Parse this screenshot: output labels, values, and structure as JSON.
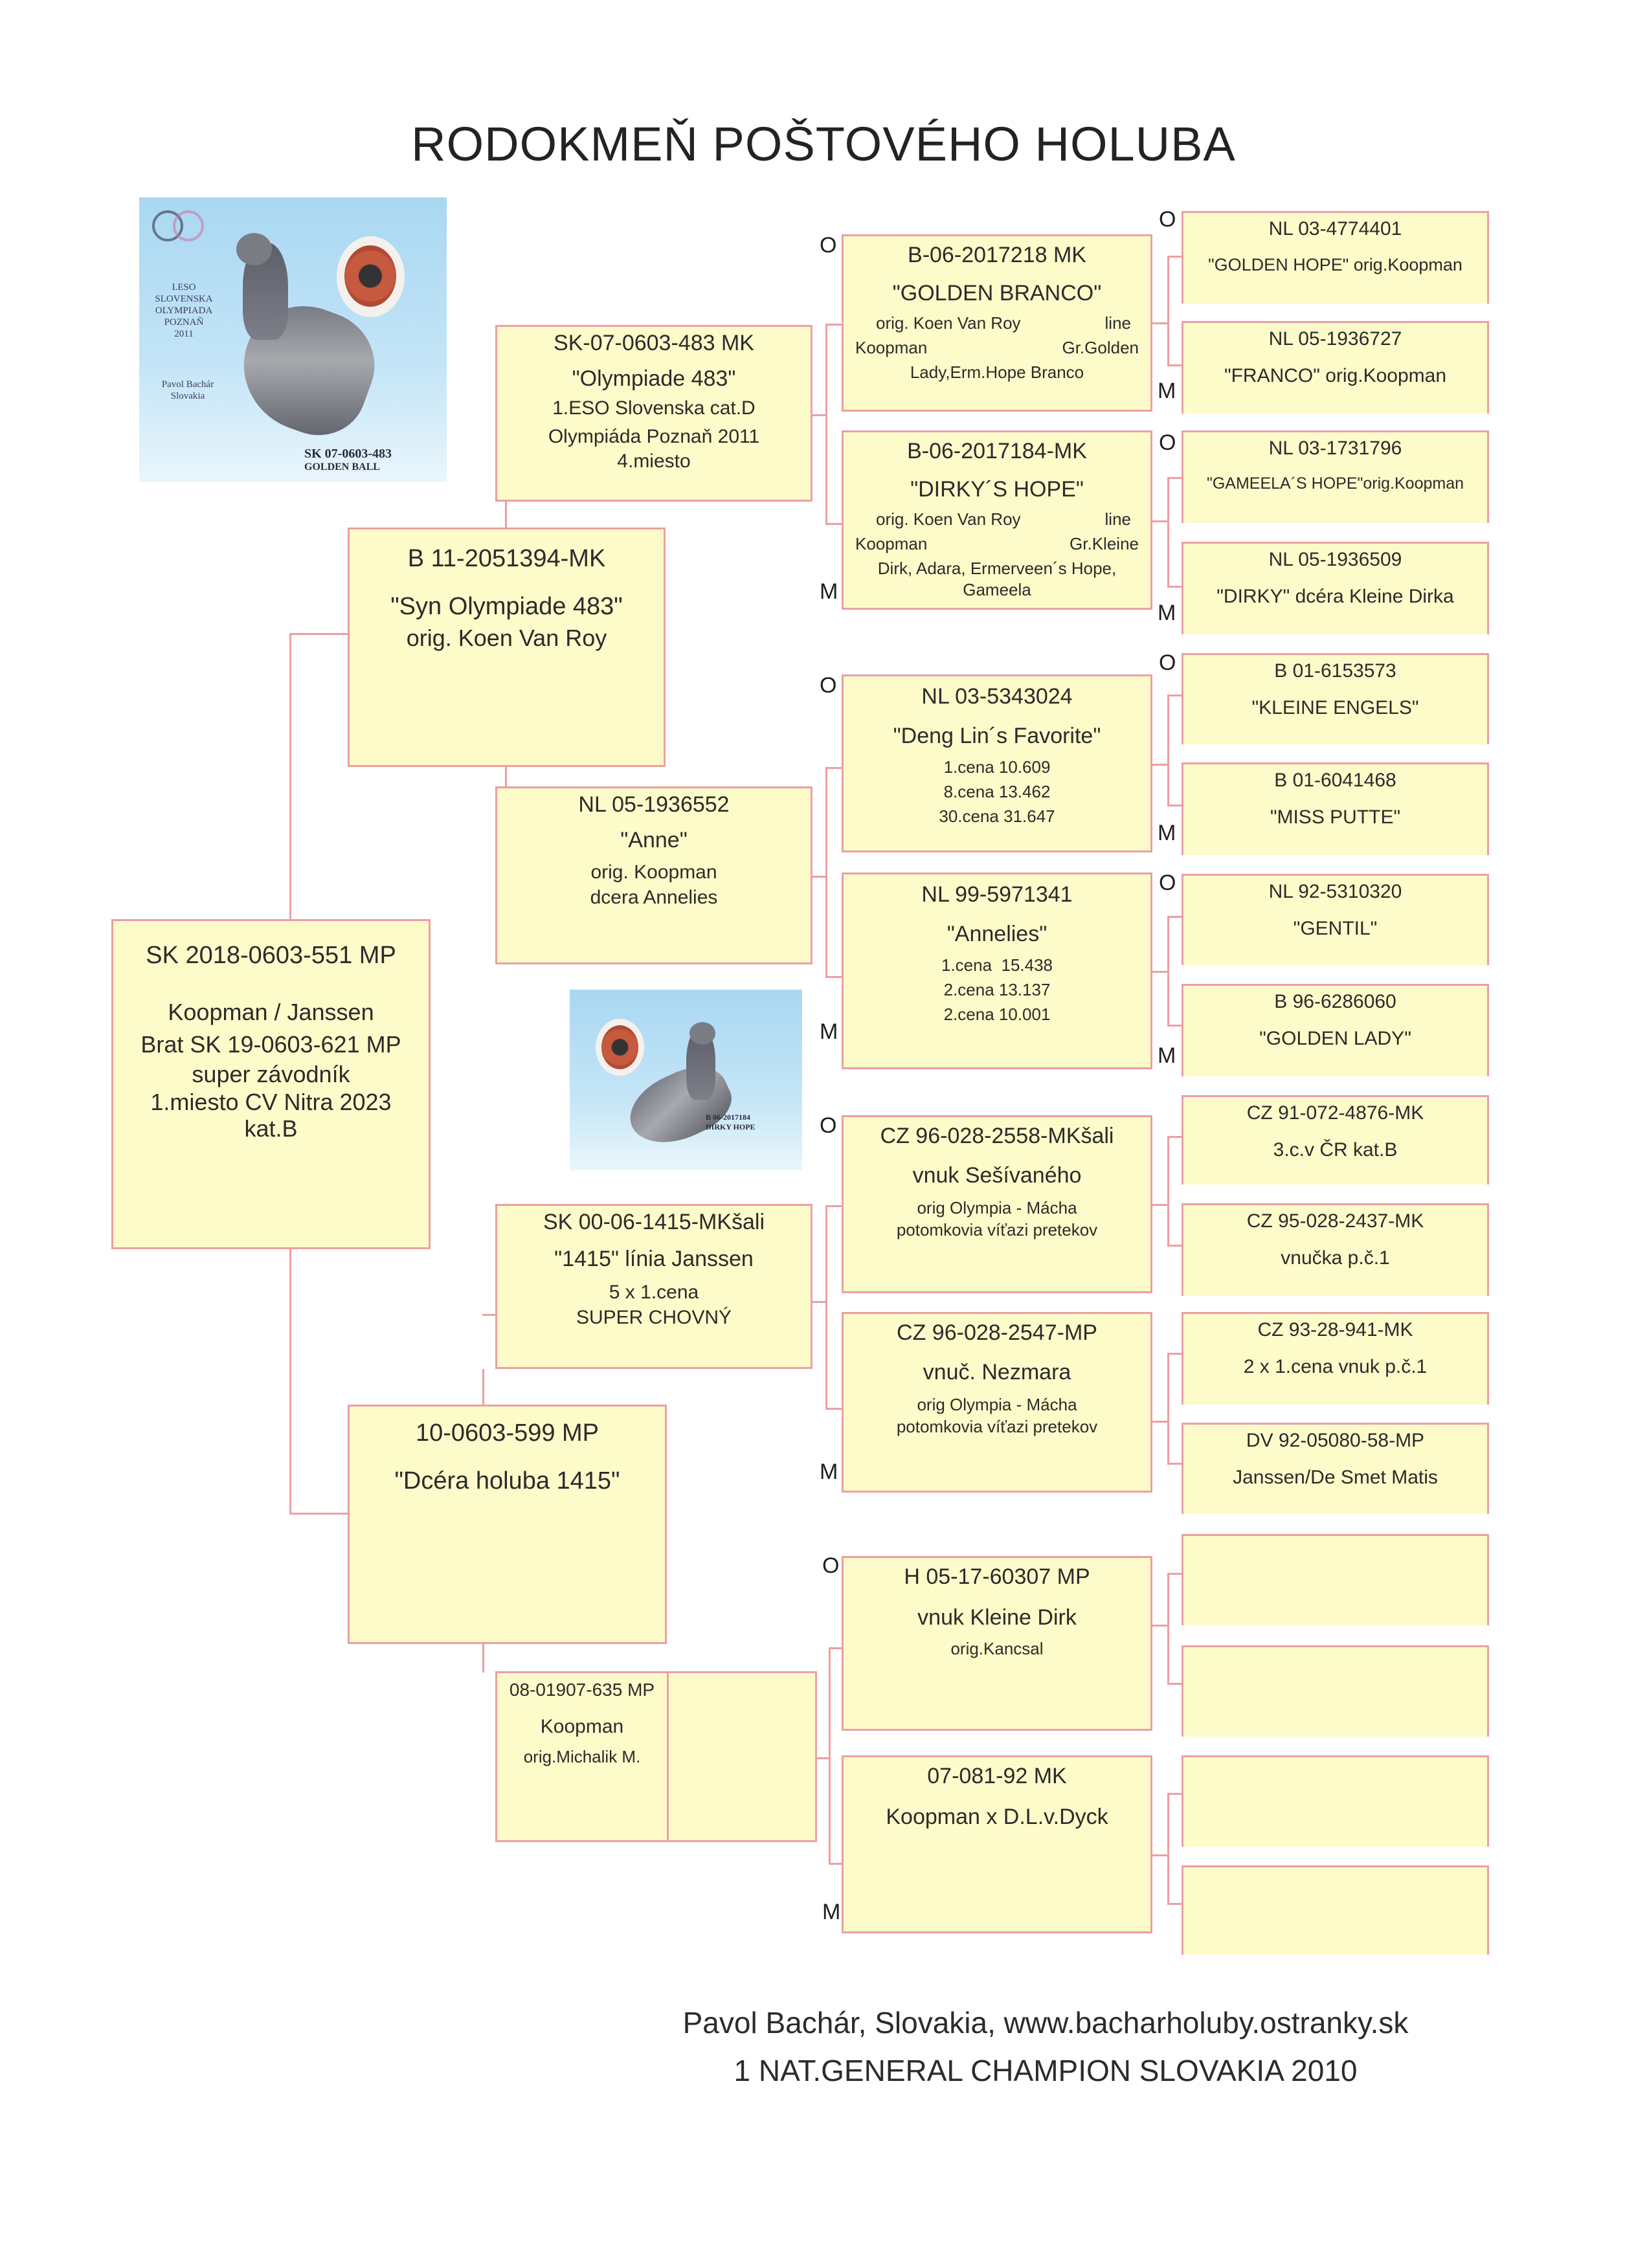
{
  "title": "RODOKMEŇ POŠTOVÉHO HOLUBA",
  "colors": {
    "box_fill": "#fdfbc9",
    "box_border": "#ec9fa3",
    "text": "#2b2b2b"
  },
  "sex_labels": {
    "father": "O",
    "mother": "M"
  },
  "photos": [
    {
      "caption_ring": "SK 07-0603-483",
      "caption_name": "GOLDEN BALL",
      "side_text": [
        "I.ESO SLOVENSKA",
        "OLYMPIADA",
        "POZNAŇ",
        "2011"
      ],
      "owner_text": [
        "Pavol Bachár",
        "Slovakia"
      ]
    },
    {
      "caption_ring": "B 06-2017184",
      "caption_name": "DIRKY HOPE"
    }
  ],
  "pigeon": {
    "ring": "SK 2018-0603-551 MP",
    "lines": [
      "Koopman / Janssen",
      "Brat SK 19-0603-621 MP",
      "super závodník",
      "1.miesto CV Nitra 2023",
      "kat.B"
    ]
  },
  "father": {
    "ring": "B 11-2051394-MK",
    "name": "\"Syn Olympiade 483\"",
    "lines": [
      "orig. Koen Van Roy"
    ]
  },
  "mother": {
    "ring": "10-0603-599 MP",
    "name": "\"Dcéra holuba 1415\""
  },
  "grandparents": [
    {
      "ring": "SK-07-0603-483 MK",
      "name": "\"Olympiade 483\"",
      "lines": [
        "1.ESO Slovenska cat.D",
        "Olympiáda Poznaň 2011",
        "4.miesto"
      ]
    },
    {
      "ring": "NL 05-1936552",
      "name": "\"Anne\"",
      "lines": [
        "orig. Koopman",
        "dcera Annelies"
      ]
    },
    {
      "ring": "SK 00-06-1415-MKšali",
      "name": "\"1415\" línia Janssen",
      "lines": [
        "5 x 1.cena",
        "SUPER CHOVNÝ"
      ]
    },
    {
      "ring": "08-01907-635 MP",
      "name": "Koopman",
      "lines": [
        "orig.Michalik M."
      ]
    }
  ],
  "great_grandparents": [
    {
      "ring": "B-06-2017218 MK",
      "name": "\"GOLDEN BRANCO\"",
      "split": [
        "orig. Koen Van Roy",
        "line"
      ],
      "split2": [
        "Koopman",
        "Gr.Golden"
      ],
      "lines": [
        "Lady,Erm.Hope Branco"
      ]
    },
    {
      "ring": "B-06-2017184-MK",
      "name": "\"DIRKY´S HOPE\"",
      "split": [
        "orig. Koen Van Roy",
        "line"
      ],
      "split2": [
        "Koopman",
        "Gr.Kleine"
      ],
      "lines": [
        "Dirk, Adara, Ermerveen´s Hope,",
        "Gameela"
      ]
    },
    {
      "ring": "NL 03-5343024",
      "name": "\"Deng Lin´s Favorite\"",
      "lines": [
        "1.cena 10.609",
        "8.cena 13.462",
        "30.cena 31.647"
      ]
    },
    {
      "ring": "NL 99-5971341",
      "name": "\"Annelies\"",
      "lines": [
        "1.cena  15.438",
        "2.cena 13.137",
        "2.cena 10.001"
      ]
    },
    {
      "ring": "CZ 96-028-2558-MKšali",
      "name": "vnuk Sešívaného",
      "lines": [
        "orig Olympia - Mácha",
        "potomkovia víťazi pretekov"
      ]
    },
    {
      "ring": "CZ 96-028-2547-MP",
      "name": "vnuč. Nezmara",
      "lines": [
        "orig Olympia - Mácha",
        "potomkovia víťazi pretekov"
      ]
    },
    {
      "ring": "H 05-17-60307 MP",
      "name": "vnuk Kleine Dirk",
      "lines": [
        "orig.Kancsal"
      ]
    },
    {
      "ring": "07-081-92 MK",
      "name": "Koopman x D.L.v.Dyck",
      "lines": []
    }
  ],
  "gen4": [
    {
      "ring": "NL 03-4774401",
      "name": "\"GOLDEN HOPE\" orig.Koopman"
    },
    {
      "ring": "NL 05-1936727",
      "name": "\"FRANCO\" orig.Koopman"
    },
    {
      "ring": "NL 03-1731796",
      "name": "\"GAMEELA´S HOPE\"orig.Koopman"
    },
    {
      "ring": "NL 05-1936509",
      "name": "\"DIRKY\" dcéra Kleine Dirka"
    },
    {
      "ring": "B 01-6153573",
      "name": "\"KLEINE ENGELS\""
    },
    {
      "ring": "B 01-6041468",
      "name": "\"MISS PUTTE\""
    },
    {
      "ring": "NL 92-5310320",
      "name": "\"GENTIL\""
    },
    {
      "ring": "B 96-6286060",
      "name": "\"GOLDEN LADY\""
    },
    {
      "ring": "CZ 91-072-4876-MK",
      "name": "3.c.v ČR kat.B"
    },
    {
      "ring": "CZ 95-028-2437-MK",
      "name": "vnučka p.č.1"
    },
    {
      "ring": "CZ 93-28-941-MK",
      "name": "2 x 1.cena vnuk p.č.1"
    },
    {
      "ring": "DV 92-05080-58-MP",
      "name": "Janssen/De Smet Matis"
    },
    {
      "ring": "",
      "name": ""
    },
    {
      "ring": "",
      "name": ""
    },
    {
      "ring": "",
      "name": ""
    },
    {
      "ring": "",
      "name": ""
    }
  ],
  "footer": {
    "line1": "Pavol Bachár, Slovakia, www.bacharholuby.ostranky.sk",
    "line2": "1 NAT.GENERAL CHAMPION SLOVAKIA 2010"
  }
}
